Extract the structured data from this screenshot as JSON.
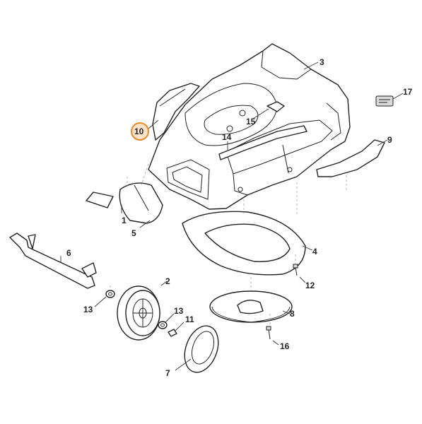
{
  "highlight_color": "#e88a2e",
  "callouts": {
    "c1": "1",
    "c2": "2",
    "c3": "3",
    "c4": "4",
    "c5": "5",
    "c6": "6",
    "c7": "7",
    "c8": "8",
    "c9": "9",
    "c10": "10",
    "c11": "11",
    "c12": "12",
    "c13a": "13",
    "c13b": "13",
    "c14": "14",
    "c15": "15",
    "c16": "16",
    "c17": "17"
  },
  "highlighted_part": "10"
}
